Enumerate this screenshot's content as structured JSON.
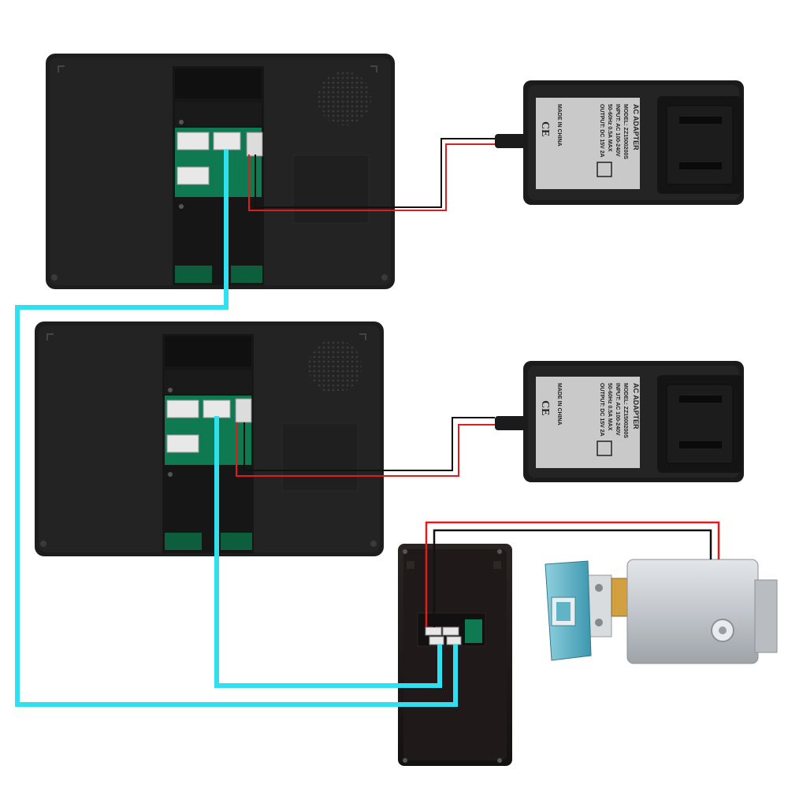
{
  "adapter": {
    "title": "AC ADAPTER",
    "lines": [
      "MODEL: ZZ1500200S",
      "INPUT: AC 100-240V",
      "50-60Hz 0.5A MAX",
      "OUTPUT: DC 15V 2A",
      "MADE IN CHINA"
    ],
    "ce": "CE"
  },
  "colors": {
    "background": "#ffffff",
    "monitor_body": "#1d1d1d",
    "board": "#0f7a52",
    "cable_cyan": "#2ee0f0",
    "wire_red": "#e41b1b",
    "wire_black": "#111111",
    "adapter_body": "#1b1b1b",
    "adapter_label": "#c9c9c9",
    "lock_body": "#c7cbd0",
    "strike_plate": "#5fb4c8"
  },
  "icons": {
    "monitor_speaker": "speaker-grille-icon",
    "adapter_plug": "plug-prongs-icon",
    "lock_keyhole": "keyhole-icon"
  }
}
